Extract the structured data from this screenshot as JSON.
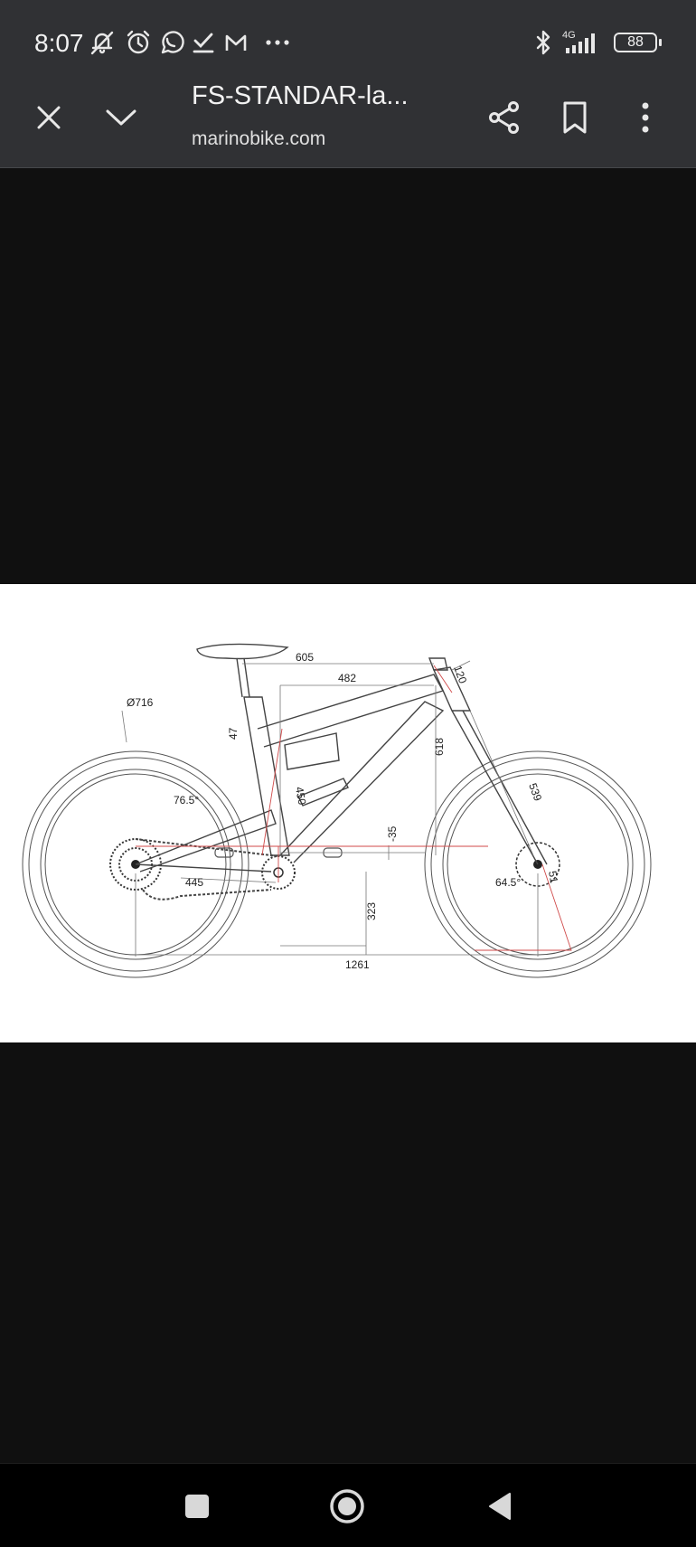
{
  "status_bar": {
    "time": "8:07",
    "left_icons": [
      "muted-notification-icon",
      "alarm-icon",
      "whatsapp-icon",
      "task-check-icon",
      "gmail-icon",
      "more-dots-icon"
    ],
    "network_label": "4G",
    "battery_level": "88"
  },
  "toolbar": {
    "title": "FS-STANDAR-la...",
    "domain": "marinobike.com",
    "icons": [
      "close-icon",
      "chevron-down-icon",
      "share-icon",
      "bookmark-icon",
      "more-vert-icon"
    ]
  },
  "drawing": {
    "dimensions": {
      "wheel_diameter": "Ø716",
      "top_tube": "605",
      "reach": "482",
      "head_tube": "120",
      "bb_to_seat_offset": "47",
      "stack": "618",
      "fork_length": "539",
      "seat_angle": "76.5°",
      "seat_tube": "450",
      "bb_drop": "-35",
      "chainstay": "445",
      "bb_height": "323",
      "head_angle": "64.5°",
      "offset": "51",
      "wheelbase": "1261"
    }
  },
  "navigation": {
    "icons": [
      "recents-square-icon",
      "home-circle-icon",
      "back-triangle-icon"
    ]
  },
  "colors": {
    "bar_background": "#303134",
    "viewer_background": "#101010",
    "drawing_red": "#d04a4a"
  }
}
